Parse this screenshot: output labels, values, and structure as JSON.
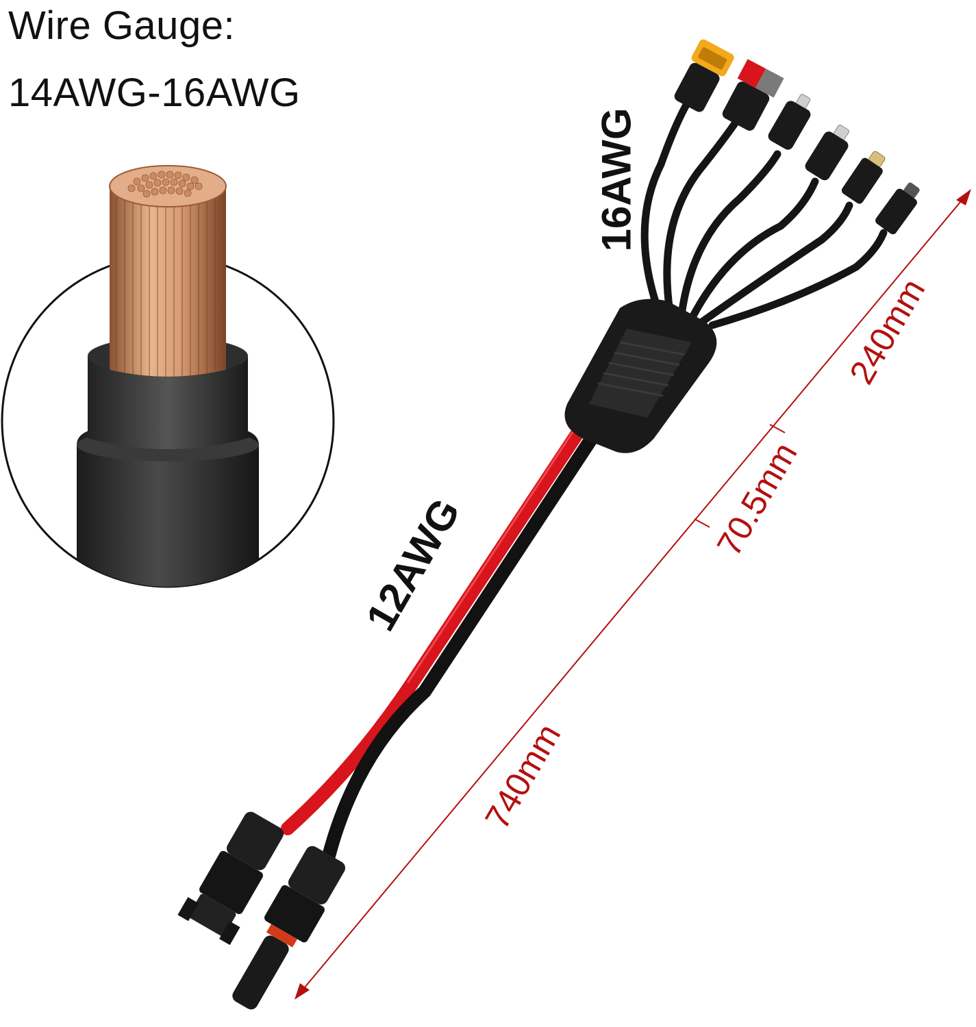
{
  "header": {
    "line1": "Wire Gauge:",
    "line2": "14AWG-16AWG"
  },
  "labels": {
    "branch_gauge": "16AWG",
    "main_gauge": "12AWG"
  },
  "dimensions": {
    "branch_length": "240mm",
    "junction_length": "70.5mm",
    "total_length": "740mm"
  },
  "colors": {
    "red_wire": "#d8141c",
    "black_wire": "#121212",
    "dimension_line": "#b3100f",
    "copper": "#c98c64"
  }
}
